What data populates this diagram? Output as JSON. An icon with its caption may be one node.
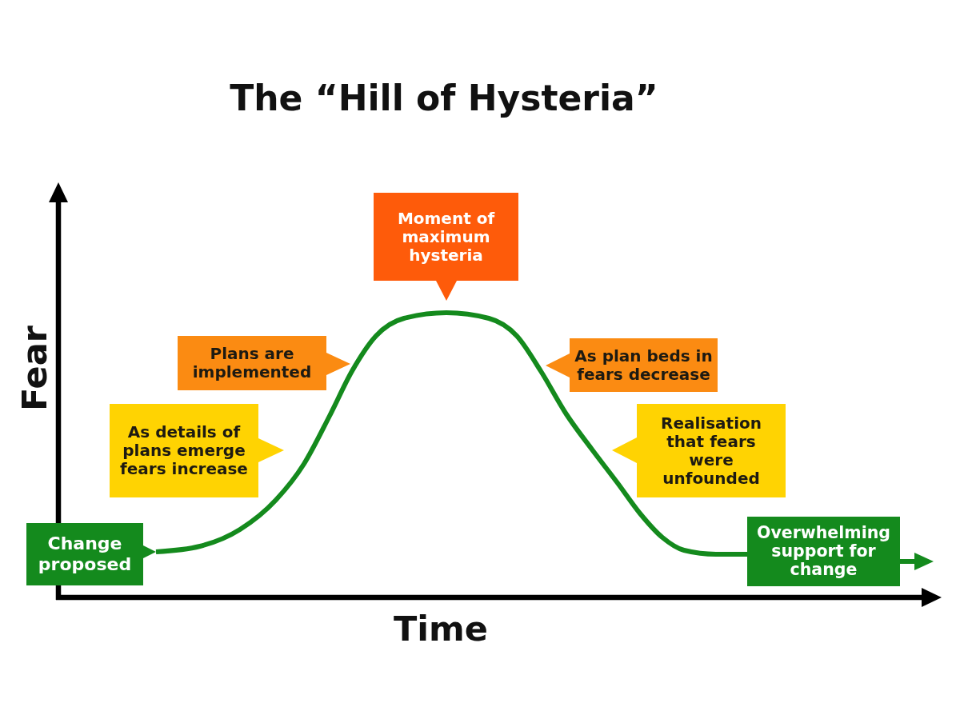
{
  "diagram": {
    "title": "The “Hill of Hysteria”",
    "nodes": [
      {
        "text": [
          "Change proposed"
        ]
      },
      {
        "text": [
          "As details of plans emerge fears increase"
        ]
      },
      {
        "text": [
          "Plans are implemented"
        ]
      },
      {
        "text": [
          "Moment of maximum hysteria"
        ]
      },
      {
        "text": [
          "As plan beds in fears decrease"
        ]
      },
      {
        "text": [
          "Realisation that fears were unfounded"
        ]
      },
      {
        "text": [
          "Overwhelming support for change"
        ]
      }
    ],
    "edges": [
      {
        "from": 0,
        "to": 6,
        "arrow": "none"
      },
      {
        "from": 6,
        "to": null,
        "arrow": "to"
      }
    ],
    "labels": [
      "Fear",
      "Time"
    ]
  }
}
